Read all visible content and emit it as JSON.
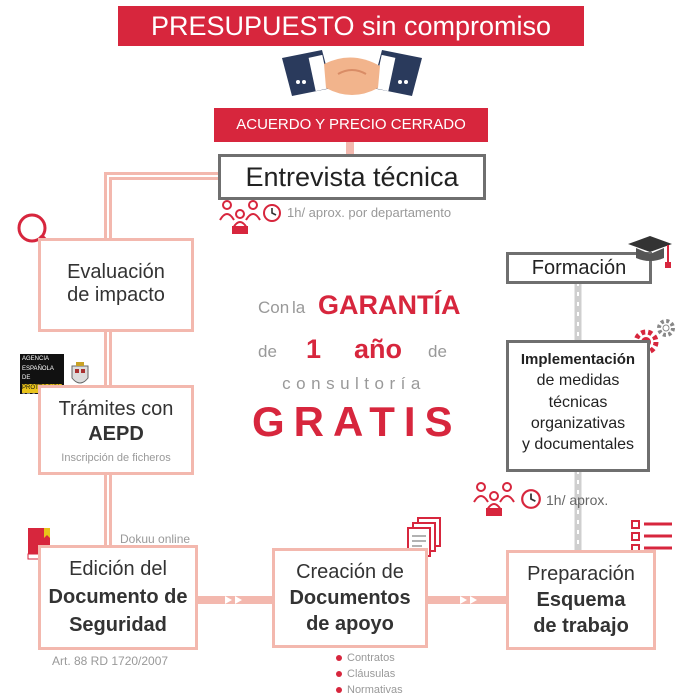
{
  "header": {
    "title": "PRESUPUESTO sin compromiso",
    "subtitle": "ACUERDO Y PRECIO CERRADO"
  },
  "steps": {
    "entrevista": {
      "title": "Entrevista técnica",
      "note": "1h/ aprox. por departamento"
    },
    "evaluacion": {
      "line1": "Evaluación",
      "line2": "de impacto"
    },
    "tramites": {
      "line1": "Trámites con",
      "line2": "AEPD",
      "note": "Inscripción de ficheros"
    },
    "edicion": {
      "line1": "Edición del",
      "line2": "Documento de",
      "line3": "Seguridad",
      "top_note": "Dokuu online",
      "bottom_note": "Art. 88 RD 1720/2007"
    },
    "creacion": {
      "line1": "Creación de",
      "line2": "Documentos",
      "line3": "de apoyo",
      "bullets": [
        "Contratos",
        "Cláusulas",
        "Normativas"
      ]
    },
    "preparacion": {
      "line1": "Preparación",
      "line2": "Esquema",
      "line3": "de trabajo"
    },
    "implementacion": {
      "line1": "Implementación",
      "line2": "de medidas",
      "line3": "técnicas",
      "line4": "organizativas",
      "line5": "y documentales",
      "note": "1h/ aprox."
    },
    "formacion": {
      "title": "Formación"
    }
  },
  "aepd_logo": {
    "lines": [
      "AGENCIA",
      "ESPAÑOLA DE",
      "PROTECCIÓN",
      "DE DATOS"
    ]
  },
  "guarantee": {
    "w_con": "Con",
    "w_la": "la",
    "w_garantia": "GARANTÍA",
    "w_de": "de",
    "w_1": "1",
    "w_ano": "año",
    "w_de2": "de",
    "w_consultoria": "consultoría",
    "w_gratis": "GRATIS"
  },
  "colors": {
    "accent": "#d7263d",
    "connector": "#f3b8ae",
    "grey_box": "#6f6f6f",
    "grey_text": "#999999"
  },
  "icons": [
    "handshake-icon",
    "magnifier-icon",
    "people-icon",
    "clock-icon",
    "book-icon",
    "documents-icon",
    "checklist-icon",
    "gears-icon",
    "graduation-cap-icon"
  ]
}
